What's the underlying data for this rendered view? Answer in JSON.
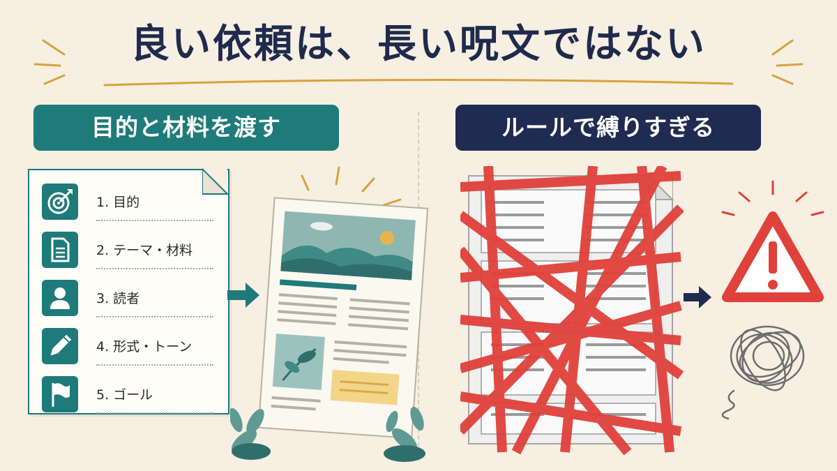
{
  "title": "良い依頼は、長い呪文ではない",
  "left_panel": {
    "heading": "目的と材料を渡す",
    "checklist": [
      {
        "label": "1. 目的",
        "icon": "target-icon"
      },
      {
        "label": "2. テーマ・材料",
        "icon": "document-icon"
      },
      {
        "label": "3. 読者",
        "icon": "person-icon"
      },
      {
        "label": "4. 形式・トーン",
        "icon": "pencil-icon"
      },
      {
        "label": "5. ゴール",
        "icon": "flag-icon"
      }
    ]
  },
  "right_panel": {
    "heading": "ルールで縛りすぎる"
  },
  "colors": {
    "background": "#f6efe2",
    "title": "#1f2b4d",
    "teal": "#1f7a7a",
    "navy": "#1f2b50",
    "red_tape": "#e0413a",
    "gold": "#d8a23a"
  }
}
